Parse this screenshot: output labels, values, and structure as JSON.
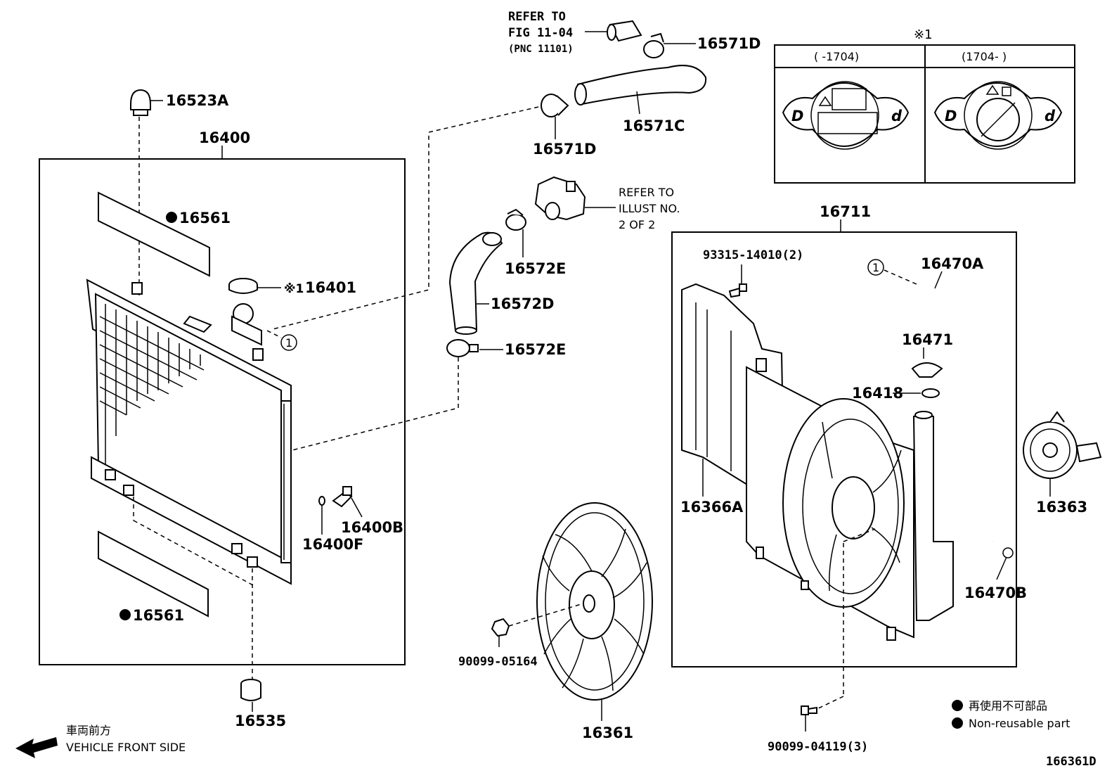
{
  "diagram_id": "166361D",
  "callouts": {
    "c16523A": "16523A",
    "c16400": "16400",
    "c16561_top": "16561",
    "c16401": "16401",
    "c16401_prefix": "※1",
    "c16400B": "16400B",
    "c16400F": "16400F",
    "c16561_bot": "16561",
    "c16535": "16535",
    "c16571D_top": "16571D",
    "c16571C": "16571C",
    "c16571D_mid": "16571D",
    "c16572E_top": "16572E",
    "c16572D": "16572D",
    "c16572E_bot": "16572E",
    "c90099_05164": "90099-05164",
    "c16361": "16361",
    "c16711": "16711",
    "c93315": "93315-14010(2)",
    "c16470A": "16470A",
    "c16471": "16471",
    "c16418": "16418",
    "c16366A": "16366A",
    "c16363": "16363",
    "c16470B": "16470B",
    "c90099_04119": "90099-04119(3)",
    "circle_ref": "1"
  },
  "refer_fig": {
    "line1": "REFER TO",
    "line2": "FIG 11-04",
    "line3": "(PNC 11101)"
  },
  "refer_illust": {
    "line1": "REFER TO",
    "line2": "ILLUST NO.",
    "line3": "2 OF 2"
  },
  "cap_inset": {
    "note_mark": "※1",
    "left_header": "(      -1704)",
    "right_header": "(1704-      )"
  },
  "legend": {
    "jp": "再使用不可部品",
    "en": "Non-reusable part"
  },
  "front": {
    "jp": "車両前方",
    "en": "VEHICLE FRONT SIDE"
  }
}
